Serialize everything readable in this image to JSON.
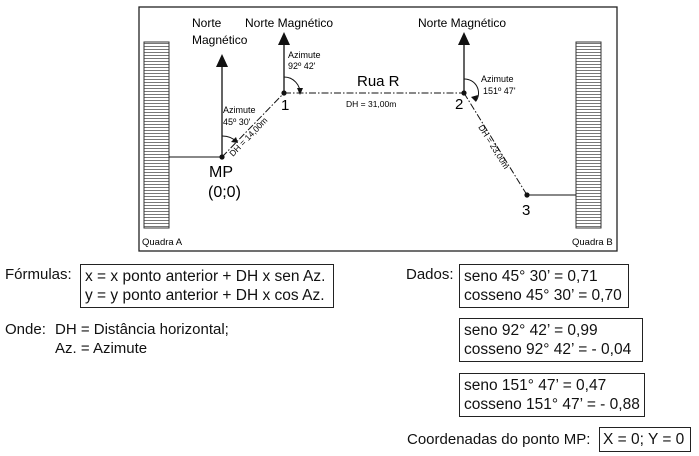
{
  "diagram": {
    "north_label": "Norte Magnético",
    "north_label_left_line1": "Norte",
    "north_label_left_line2": "Magnético",
    "street": "Rua R",
    "block_a": "Quadra A",
    "block_b": "Quadra B",
    "mp_label": "MP",
    "mp_coords": "(0;0)",
    "point_1": "1",
    "point_2": "2",
    "point_3": "3",
    "azimute_label": "Azimute",
    "azimute_mp": "45º 30'",
    "azimute_1": "92º 42'",
    "azimute_2": "151º 47'",
    "dh_mp_1": "DH = 14,00m",
    "dh_1_2": "DH = 31,00m",
    "dh_2_3": "DH = 23,00m"
  },
  "formulas": {
    "label": "Fórmulas:",
    "line1": "x = x ponto anterior + DH x sen Az.",
    "line2": "y = y ponto anterior + DH x cos Az."
  },
  "where": {
    "label": "Onde:",
    "line1": "DH = Distância horizontal;",
    "line2": "Az. = Azimute"
  },
  "dados": {
    "label": "Dados:",
    "box1_line1": "seno 45° 30’ = 0,71",
    "box1_line2": "cosseno 45° 30’ = 0,70",
    "box2_line1": "seno 92° 42’ = 0,99",
    "box2_line2": "cosseno 92° 42’ = - 0,04",
    "box3_line1": "seno 151° 47’ = 0,47",
    "box3_line2": "cosseno 151° 47’ = - 0,88"
  },
  "mp_coordinates": {
    "label": "Coordenadas do ponto MP:",
    "value": "X = 0; Y = 0"
  }
}
